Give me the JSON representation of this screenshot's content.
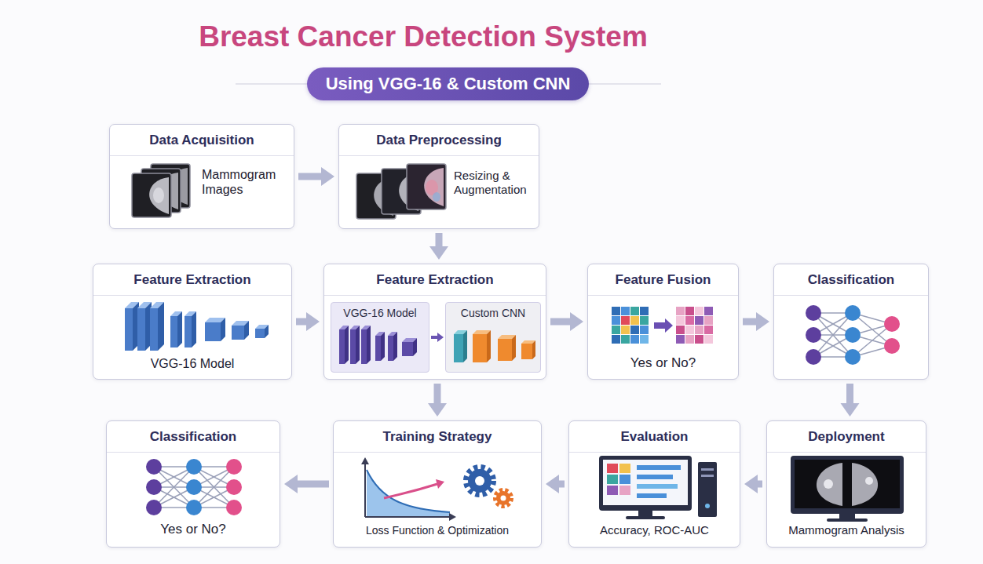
{
  "diagram": {
    "title": "Breast Cancer Detection System",
    "nodes": [
      {
        "text": [
          "Using VGG-16 & Custom CNN"
        ]
      },
      {
        "text": [
          "Data Acquisition",
          "Mammogram Images"
        ]
      },
      {
        "text": [
          "Data Preprocessing",
          "Resizing & Augmentation"
        ]
      },
      {
        "text": [
          "Feature Extraction",
          "VGG-16 Model"
        ]
      },
      {
        "text": [
          "Feature Extraction"
        ]
      },
      {
        "text": [
          "VGG-16 Model"
        ],
        "in": 4
      },
      {
        "text": [
          "Custom CNN"
        ],
        "in": 4
      },
      {
        "text": [
          "Feature Fusion",
          "Yes or No?"
        ]
      },
      {
        "text": [
          "Classification"
        ]
      },
      {
        "text": [
          "Classification",
          "Yes or No?"
        ]
      },
      {
        "text": [
          "Training Strategy",
          "Loss Function & Optimization"
        ]
      },
      {
        "text": [
          "Evaluation",
          "Accuracy, ROC-AUC"
        ]
      },
      {
        "text": [
          "Deployment",
          "Mammogram Analysis"
        ]
      }
    ],
    "edges": [
      {
        "from": 1,
        "to": 2,
        "arrow": "to"
      },
      {
        "from": 2,
        "to": 4,
        "arrow": "to"
      },
      {
        "from": 3,
        "to": 4,
        "arrow": "to"
      },
      {
        "from": 5,
        "to": 6,
        "arrow": "to"
      },
      {
        "from": 4,
        "to": 7,
        "arrow": "to"
      },
      {
        "from": 7,
        "to": 8,
        "arrow": "to"
      },
      {
        "from": 8,
        "to": 12,
        "arrow": "to"
      },
      {
        "from": 4,
        "to": 10,
        "arrow": "to"
      },
      {
        "from": 12,
        "to": 11,
        "arrow": "to"
      },
      {
        "from": 11,
        "to": 10,
        "arrow": "to"
      },
      {
        "from": 10,
        "to": 9,
        "arrow": "to"
      }
    ]
  }
}
